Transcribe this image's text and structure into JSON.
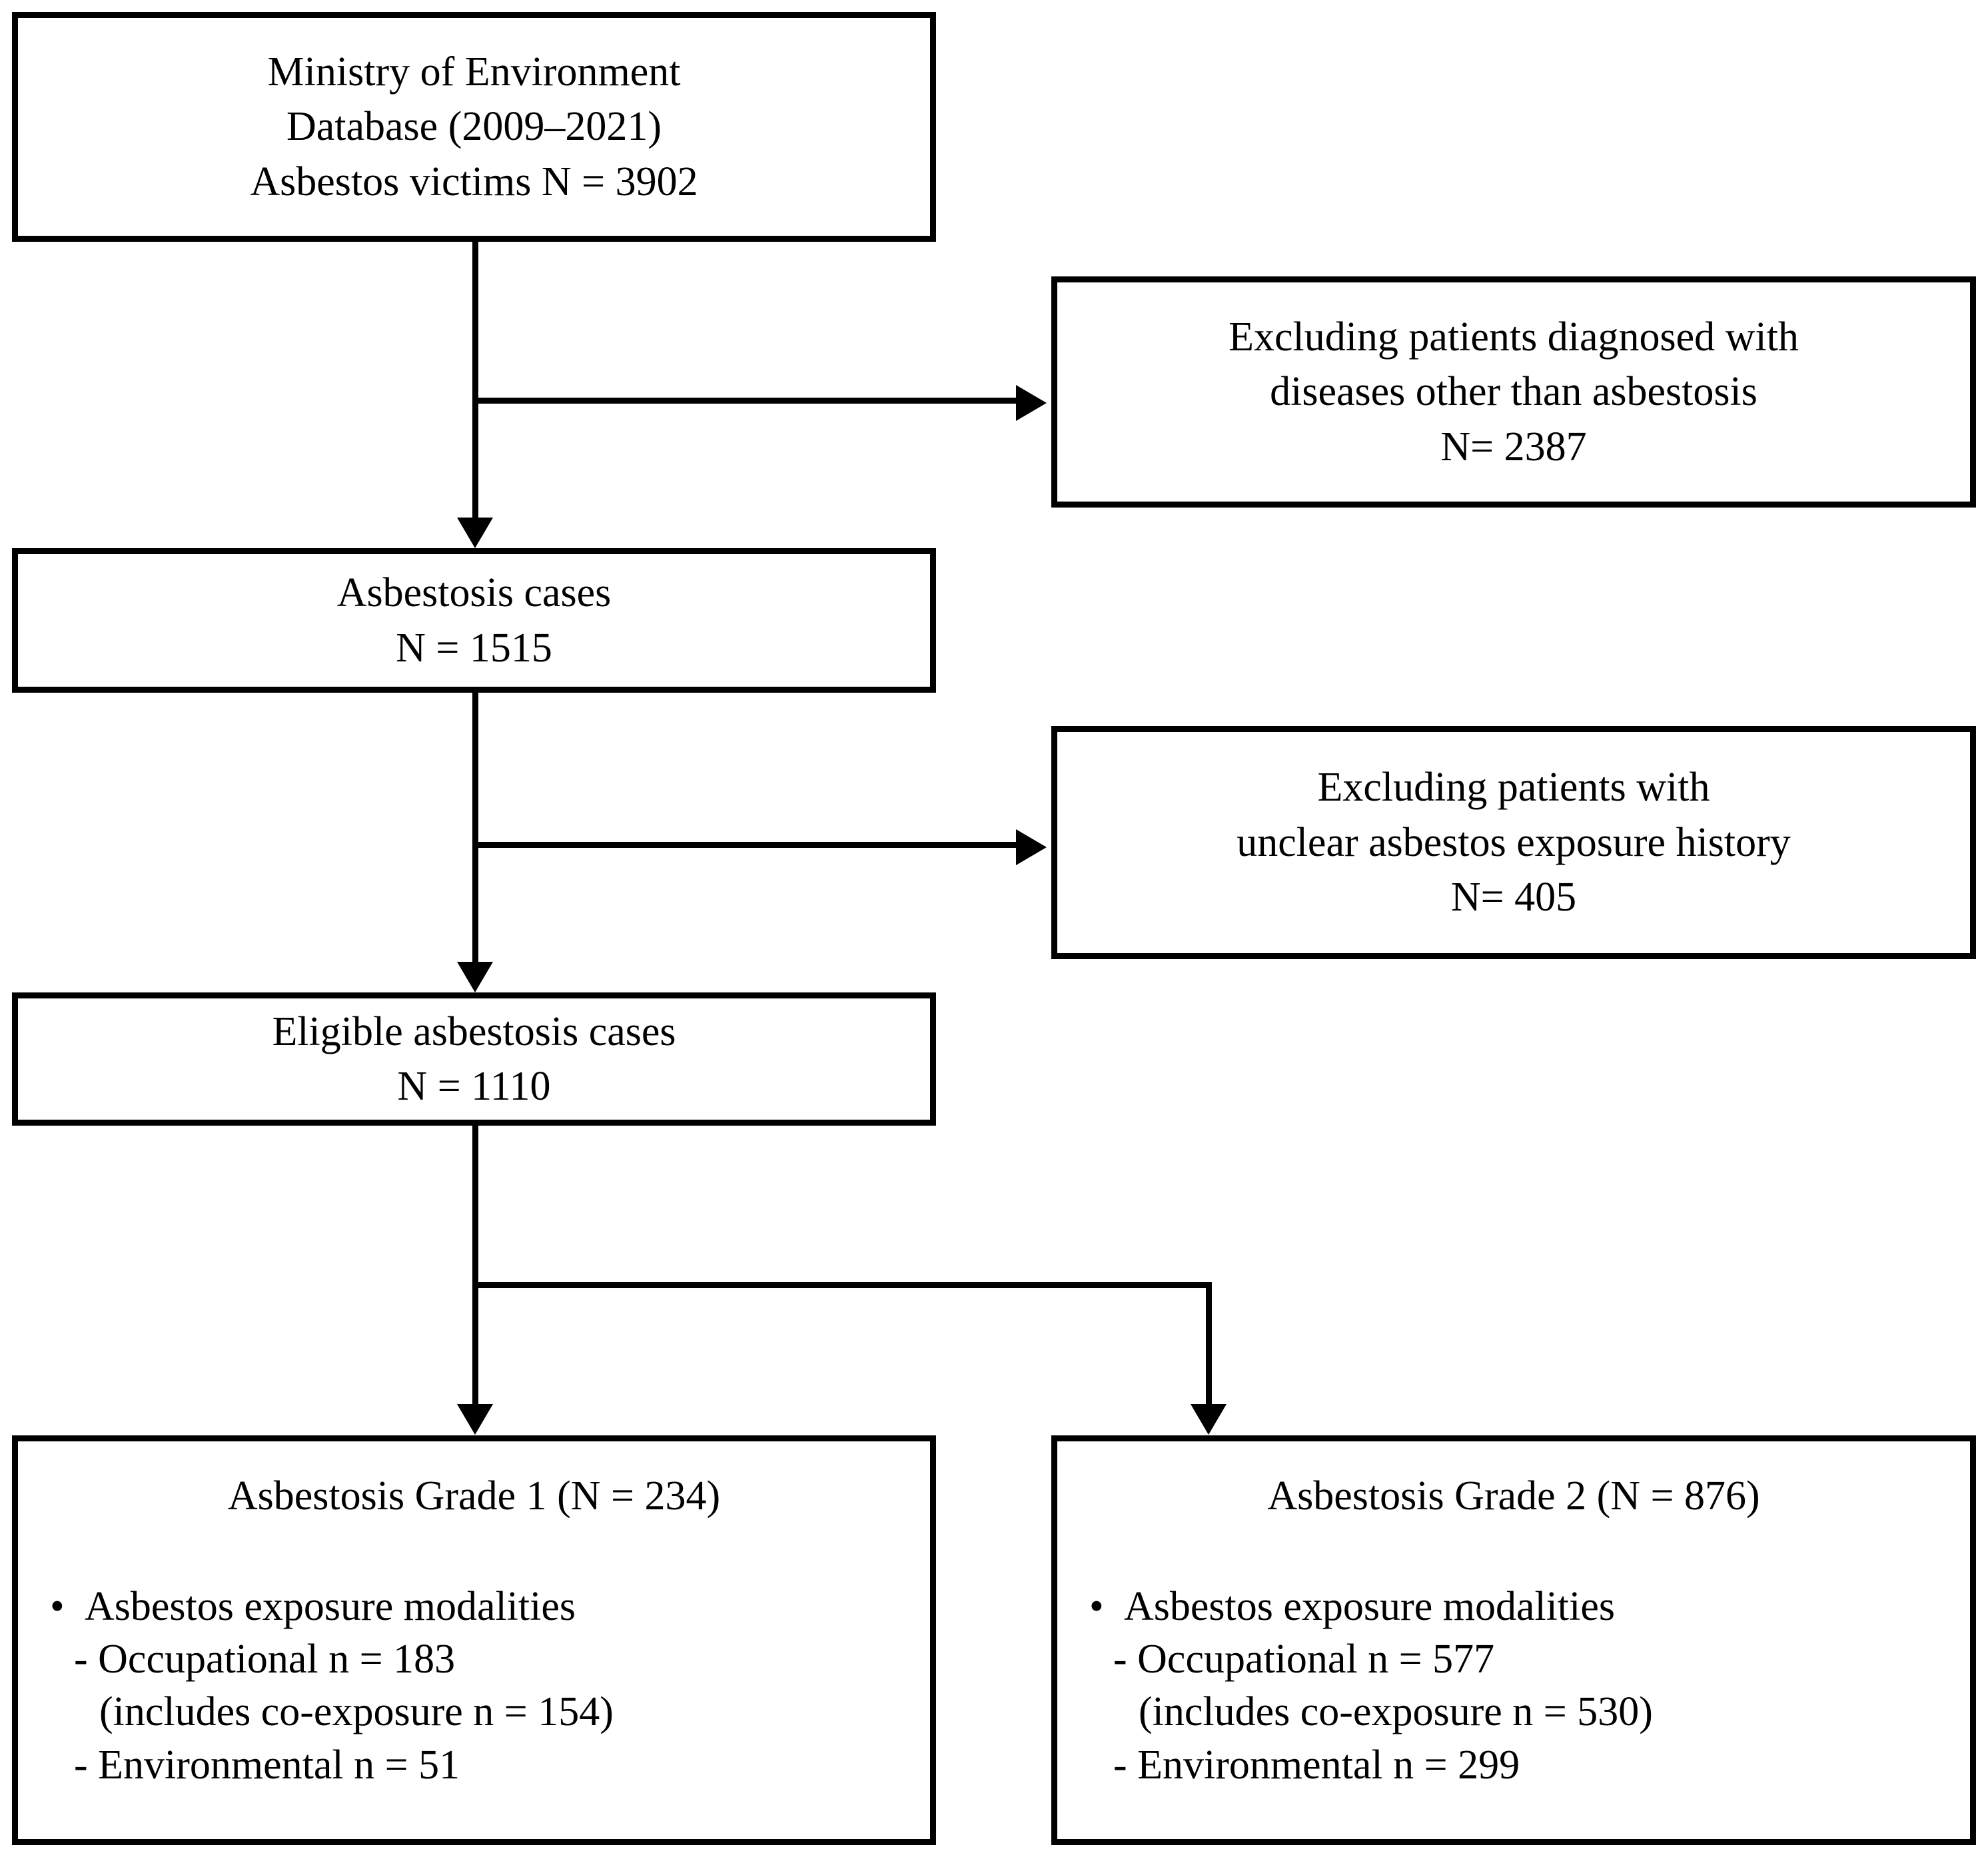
{
  "figure": {
    "type": "flowchart",
    "orientation": "top-down",
    "nodes": [
      {
        "id": "source",
        "role": "source-database",
        "lines": [
          "Ministry of Environment",
          "Database (2009–2021)",
          "Asbestos victims N = 3902"
        ]
      },
      {
        "id": "exclusion-1",
        "role": "exclusion",
        "lines": [
          "Excluding patients diagnosed with",
          "diseases other than asbestosis",
          "N= 2387"
        ]
      },
      {
        "id": "asbestosis-cases",
        "role": "cohort",
        "lines": [
          "Asbestosis cases",
          "N = 1515"
        ]
      },
      {
        "id": "exclusion-2",
        "role": "exclusion",
        "lines": [
          "Excluding patients with",
          "unclear asbestos exposure history",
          "N= 405"
        ]
      },
      {
        "id": "eligible-cases",
        "role": "cohort",
        "lines": [
          "Eligible asbestosis cases",
          "N = 1110"
        ]
      }
    ],
    "grade1": {
      "title": "Asbestosis Grade 1 (N = 234)",
      "bullet": "Asbestos exposure modalities",
      "bullet_marker": "•",
      "occupational": "- Occupational n = 183",
      "coexposure": "(includes co-exposure n = 154)",
      "environmental": "- Environmental n = 51"
    },
    "grade2": {
      "title": "Asbestosis Grade 2 (N = 876)",
      "bullet": "Asbestos exposure modalities",
      "bullet_marker": "•",
      "occupational": "- Occupational n = 577",
      "coexposure": "(includes co-exposure n = 530)",
      "environmental": "- Environmental n = 299"
    },
    "colors": {
      "line": "#000000",
      "background": "#ffffff",
      "text": "#000000"
    }
  },
  "chart_data": {
    "type": "flowchart-counts",
    "title": "Asbestosis study population flow diagram",
    "steps": [
      {
        "label": "Asbestos victims (Ministry of Environment Database 2009–2021)",
        "n": 3902
      },
      {
        "label": "Excluded: diseases other than asbestosis",
        "n": 2387
      },
      {
        "label": "Asbestosis cases",
        "n": 1515
      },
      {
        "label": "Excluded: unclear asbestos exposure history",
        "n": 405
      },
      {
        "label": "Eligible asbestosis cases",
        "n": 1110
      },
      {
        "label": "Asbestosis Grade 1",
        "n": 234
      },
      {
        "label": "Asbestosis Grade 1 – Occupational",
        "n": 183
      },
      {
        "label": "Asbestosis Grade 1 – Occupational co-exposure",
        "n": 154
      },
      {
        "label": "Asbestosis Grade 1 – Environmental",
        "n": 51
      },
      {
        "label": "Asbestosis Grade 2",
        "n": 876
      },
      {
        "label": "Asbestosis Grade 2 – Occupational",
        "n": 577
      },
      {
        "label": "Asbestosis Grade 2 – Occupational co-exposure",
        "n": 530
      },
      {
        "label": "Asbestosis Grade 2 – Environmental",
        "n": 299
      }
    ]
  }
}
